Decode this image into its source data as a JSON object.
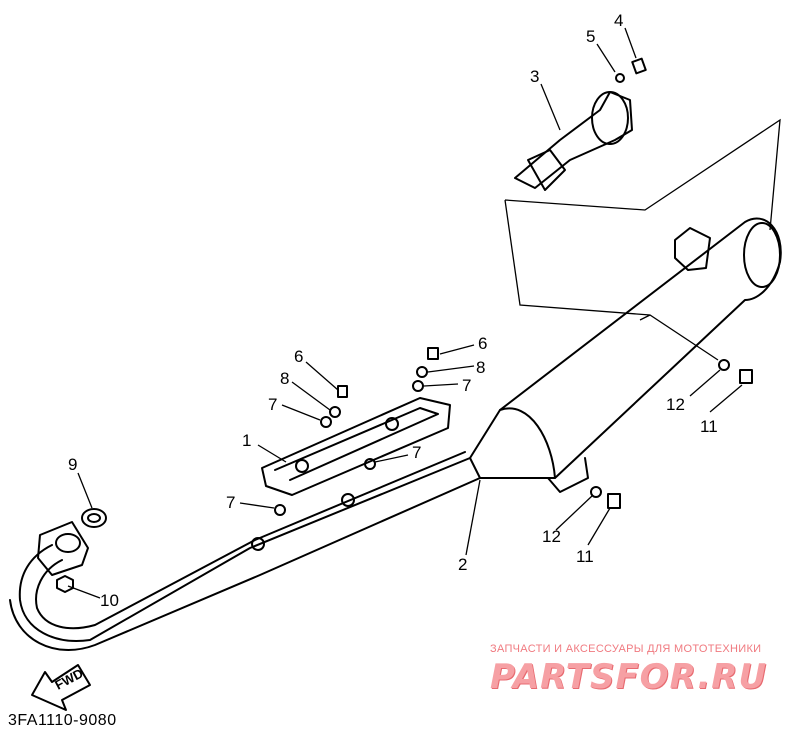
{
  "diagram": {
    "drawing_code": "3FA1110-9080",
    "fwd_label": "FWD",
    "callouts": [
      "1",
      "2",
      "3",
      "4",
      "5",
      "6",
      "7",
      "8",
      "9",
      "10",
      "11",
      "12"
    ]
  },
  "watermark": {
    "tagline": "ЗАПЧАСТИ И АКСЕССУАРЫ ДЛЯ МОТОТЕХНИКИ",
    "brand": "PARTSFOR.RU",
    "color": "#f6a0a4"
  }
}
